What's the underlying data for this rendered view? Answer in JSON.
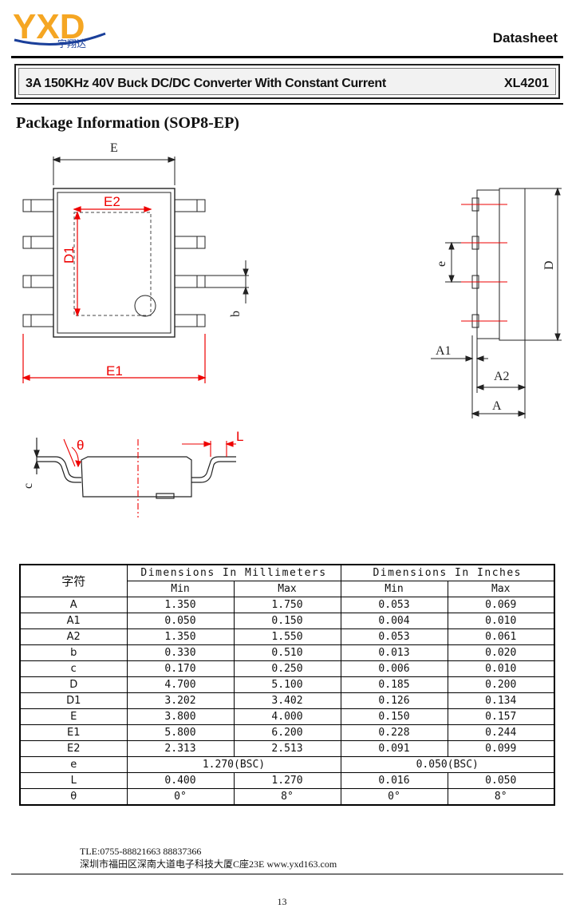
{
  "header": {
    "logo_text": "YXD",
    "logo_subtitle": "宇翔达",
    "doc_type": "Datasheet"
  },
  "banner": {
    "title": "3A 150KHz 40V Buck DC/DC Converter With Constant Current",
    "part_number": "XL4201"
  },
  "section_title": "Package Information (SOP8-EP)",
  "drawing_labels": {
    "E": "E",
    "E2": "E2",
    "D1": "D1",
    "b": "b",
    "E1": "E1",
    "e": "e",
    "D": "D",
    "A1": "A1",
    "A2": "A2",
    "A": "A",
    "theta": "θ",
    "L": "L",
    "c": "c"
  },
  "table": {
    "symbol_header": "字符",
    "mm_header": "Dimensions In Millimeters",
    "in_header": "Dimensions In Inches",
    "min_label": "Min",
    "max_label": "Max",
    "rows": [
      {
        "sym": "A",
        "mm_min": "1.350",
        "mm_max": "1.750",
        "in_min": "0.053",
        "in_max": "0.069"
      },
      {
        "sym": "A1",
        "mm_min": "0.050",
        "mm_max": "0.150",
        "in_min": "0.004",
        "in_max": "0.010"
      },
      {
        "sym": "A2",
        "mm_min": "1.350",
        "mm_max": "1.550",
        "in_min": "0.053",
        "in_max": "0.061"
      },
      {
        "sym": "b",
        "mm_min": "0.330",
        "mm_max": "0.510",
        "in_min": "0.013",
        "in_max": "0.020"
      },
      {
        "sym": "c",
        "mm_min": "0.170",
        "mm_max": "0.250",
        "in_min": "0.006",
        "in_max": "0.010"
      },
      {
        "sym": "D",
        "mm_min": "4.700",
        "mm_max": "5.100",
        "in_min": "0.185",
        "in_max": "0.200"
      },
      {
        "sym": "D1",
        "mm_min": "3.202",
        "mm_max": "3.402",
        "in_min": "0.126",
        "in_max": "0.134"
      },
      {
        "sym": "E",
        "mm_min": "3.800",
        "mm_max": "4.000",
        "in_min": "0.150",
        "in_max": "0.157"
      },
      {
        "sym": "E1",
        "mm_min": "5.800",
        "mm_max": "6.200",
        "in_min": "0.228",
        "in_max": "0.244"
      },
      {
        "sym": "E2",
        "mm_min": "2.313",
        "mm_max": "2.513",
        "in_min": "0.091",
        "in_max": "0.099"
      }
    ],
    "row_e": {
      "sym": "e",
      "mm": "1.270(BSC)",
      "in": "0.050(BSC)"
    },
    "row_L": {
      "sym": "L",
      "mm_min": "0.400",
      "mm_max": "1.270",
      "in_min": "0.016",
      "in_max": "0.050"
    },
    "row_theta": {
      "sym": "θ",
      "mm_min": "0°",
      "mm_max": "8°",
      "in_min": "0°",
      "in_max": "8°"
    }
  },
  "footer": {
    "tel": "TLE:0755-88821663  88837366",
    "address": "深圳市福田区深南大道电子科技大厦C座23E   www.yxd163.com",
    "page_number": "13"
  },
  "colors": {
    "logo_yellow": "#f5a623",
    "logo_blue": "#1a3f9a",
    "dimension_red": "#e00000"
  }
}
